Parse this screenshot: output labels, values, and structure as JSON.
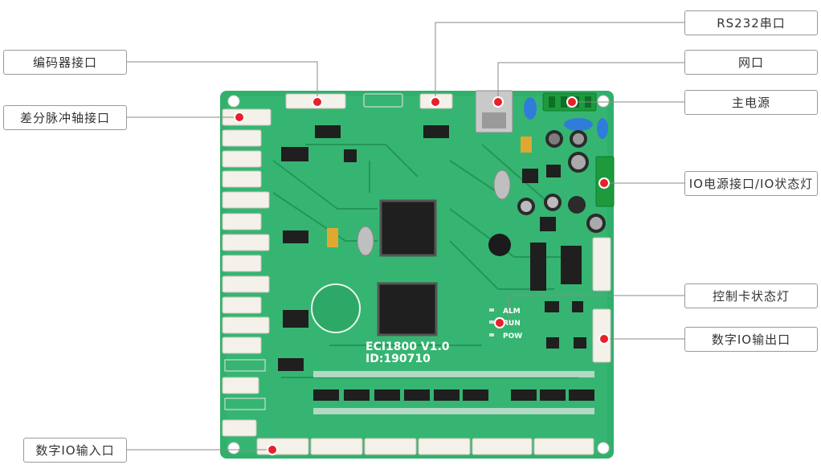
{
  "labels": {
    "rs232": "RS232串口",
    "encoder": "编码器接口",
    "network": "网口",
    "differential": "差分脉冲轴接口",
    "main_power": "主电源",
    "io_power": "IO电源接口/IO状态灯",
    "card_status": "控制卡状态灯",
    "digital_out": "数字IO输出口",
    "digital_in": "数字IO输入口"
  },
  "board": {
    "model": "ECI1800 V1.0",
    "id": "ID:190710",
    "leds": [
      "ALM",
      "RUN",
      "POW"
    ]
  },
  "colors": {
    "pcb": "#31b06c",
    "pcb_dark": "#249658",
    "connector": "#f4f1ea",
    "marker": "#e8202a",
    "chip": "#1f1f1f"
  }
}
